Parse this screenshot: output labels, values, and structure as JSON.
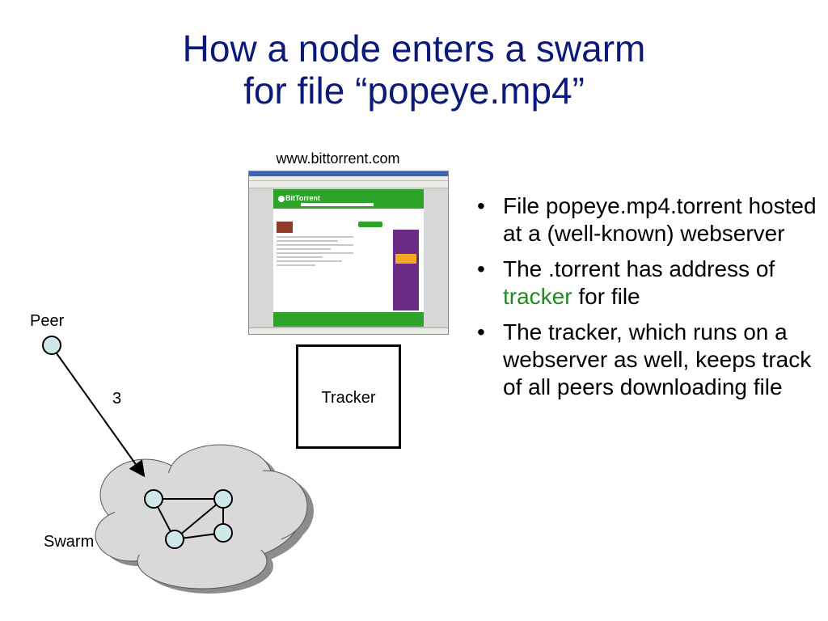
{
  "slide": {
    "title_line1": "How a node enters a swarm",
    "title_line2": "for file “popeye.mp4”"
  },
  "screenshot": {
    "caption": "www.bittorrent.com",
    "logo_text": "BitTorrent"
  },
  "tracker": {
    "label": "Tracker"
  },
  "diagram": {
    "peer_label": "Peer",
    "swarm_label": "Swarm",
    "edge_label": "3"
  },
  "bullets": {
    "b1": "File popeye.mp4.torrent hosted at a (well-known) webserver",
    "b2_pre": "The .torrent has address of ",
    "b2_highlight": "tracker",
    "b2_post": " for file",
    "b3": "The tracker, which runs on a webserver as well, keeps track of all peers downloading file",
    "marker": "•"
  },
  "colors": {
    "title": "#0b1a7a",
    "highlight": "#228b22",
    "node_fill": "#cfe9ea",
    "cloud_fill": "#d9d9d9"
  }
}
